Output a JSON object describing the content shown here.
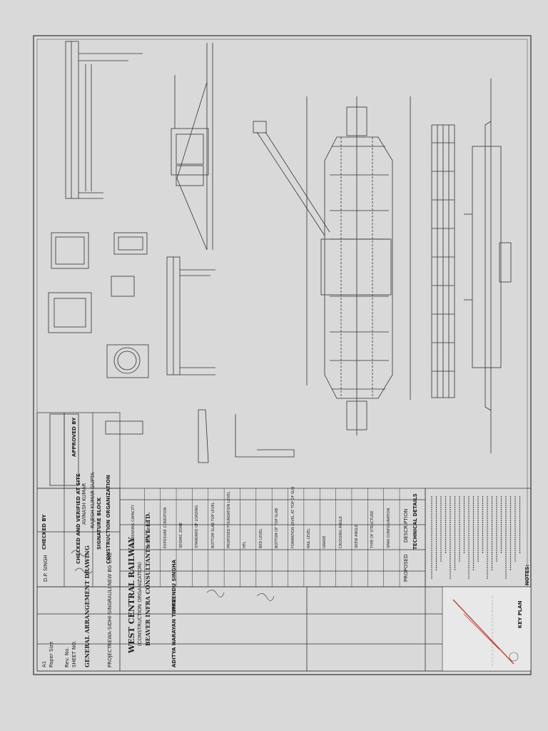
{
  "title_block": {
    "client": "WEST CENTRAL RAILWAY",
    "client_sub": "(CONSTRUCTION ORGANIZATION)",
    "consultant": "BEAVER INFRA CONSULTANTS PVT. LTD.",
    "drawing_title": "GENERAL ARRANGEMENT DRAWING",
    "project_label": "PROJECT:",
    "project": "REWA-SIDHI-SINGRAULI NEW BG LINE",
    "key_plan": "KEY PLAN",
    "signature_block": "SIGNATURE BLOCK",
    "construction_org": "CONSTRUCTION ORGANIZATION",
    "checked_verified": "CHECKED AND VERIFIED AT SITE",
    "checked_by": "CHECKED BY",
    "approved_by": "APPROVED BY",
    "technical_details": "TECHNICAL DETAILS",
    "description": "DESCRIPTION",
    "proposed": "PROPOSED",
    "sheet": "SHEET NO.",
    "rev": "Rev. No.",
    "paper_size": "Paper Size",
    "paper_size_val": "A1"
  },
  "technical_rows": [
    "SPAN CONFIGURATION",
    "TYPE OF STRUCTURE",
    "SKEW ANGLE",
    "CROSSING ANGLE",
    "GRADE",
    "RAIL LEVEL",
    "FORMATION LEVEL AT TOP OF SUB",
    "BOTTOM OF TOP SLAB",
    "BED LEVEL",
    "HFL",
    "PROPOSED FOUNDATION LEVEL",
    "BOTTOM SLAB TOP LEVEL",
    "STANDARD OF LOADING",
    "SEISMIC ZONE",
    "EXPOSURE CONDITION",
    "DESIGN SPEED",
    "SOIL BEARING CAPACITY"
  ],
  "names": {
    "name1": "AVINASH KUMAR",
    "name2": "RAJESH KUMAR GUPTA",
    "name3": "ADITYA NARAYAN TIWARI",
    "name4": "SHIVENDU SINGHA",
    "name5": "D.P. SINGH"
  },
  "notes_heading": "NOTES:",
  "colors": {
    "ink": "#2a2a2a",
    "paper": "#d9d9d9",
    "accent_red": "#c0392b"
  }
}
